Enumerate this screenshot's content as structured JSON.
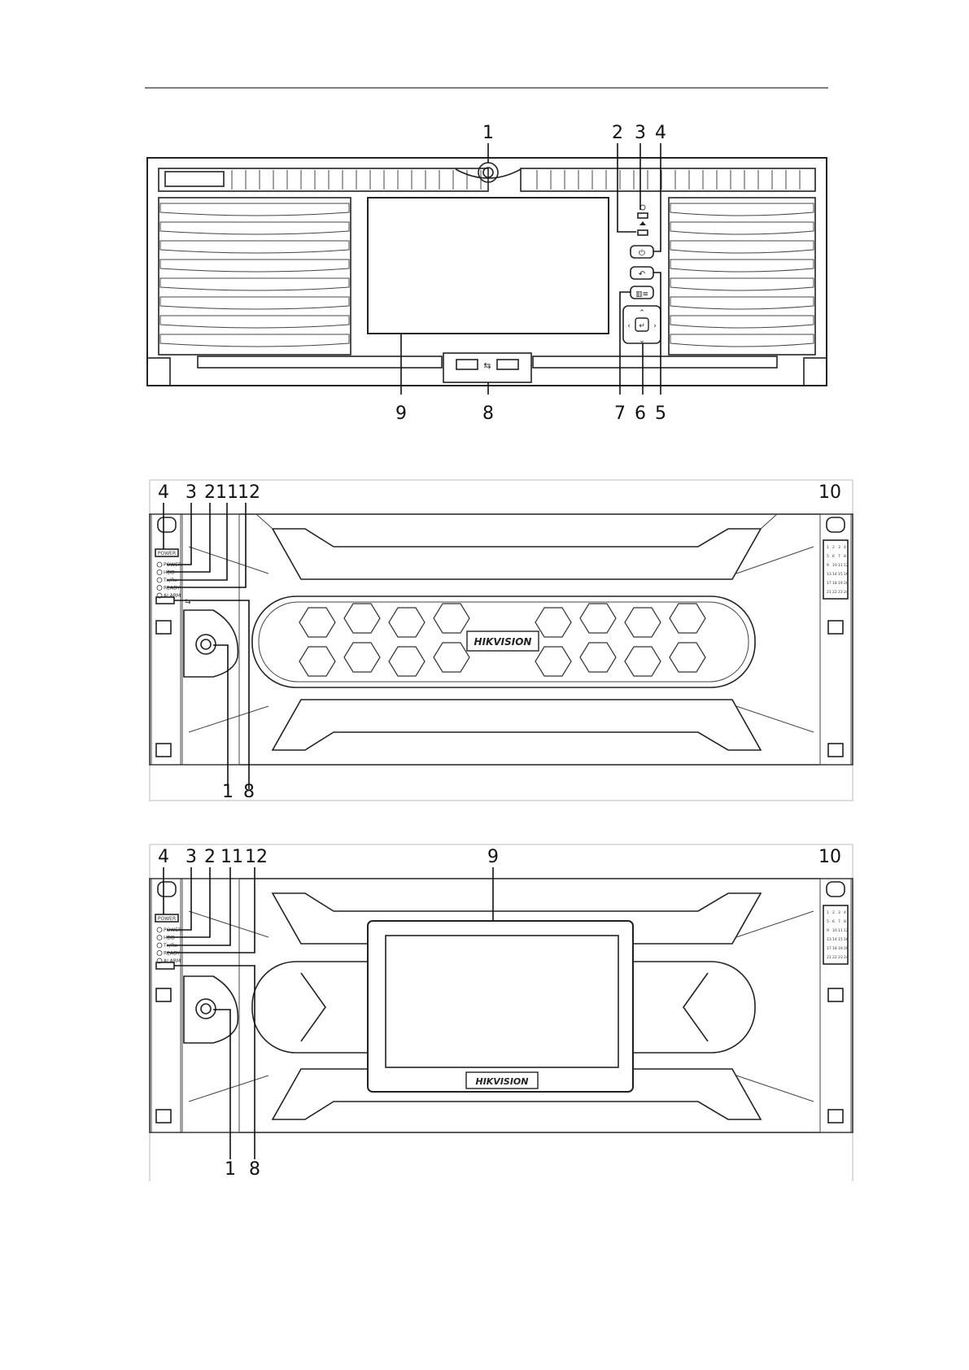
{
  "figure1": {
    "callouts_top": [
      "1",
      "2",
      "3",
      "4"
    ],
    "callouts_bottom": [
      "9",
      "8",
      "7",
      "6",
      "5"
    ]
  },
  "figure2": {
    "callouts_top": [
      "4",
      "3",
      "2",
      "11",
      "12",
      "10"
    ],
    "callouts_bottom": [
      "1",
      "8"
    ],
    "button_label": "POWER",
    "leds": [
      "POWER",
      "HDD",
      "Tx/Rx",
      "READY",
      "ALARM"
    ],
    "brand_logo": "HIKVISION",
    "bay_numbers": [
      "1",
      "2",
      "3",
      "4",
      "5",
      "6",
      "7",
      "8",
      "9",
      "10",
      "11",
      "12",
      "13",
      "14",
      "15",
      "16",
      "17",
      "18",
      "19",
      "20",
      "21",
      "22",
      "23",
      "24"
    ]
  },
  "figure3": {
    "callouts_top": [
      "4",
      "3",
      "2",
      "11",
      "12",
      "9",
      "10"
    ],
    "callouts_bottom": [
      "1",
      "8"
    ],
    "button_label": "POWER",
    "leds": [
      "POWER",
      "HDD",
      "Tx/Rx",
      "READY",
      "ALARM"
    ],
    "brand_logo": "HIKVISION",
    "bay_numbers": [
      "1",
      "2",
      "3",
      "4",
      "5",
      "6",
      "7",
      "8",
      "9",
      "10",
      "11",
      "12",
      "13",
      "14",
      "15",
      "16",
      "17",
      "18",
      "19",
      "20",
      "21",
      "22",
      "23",
      "24"
    ]
  }
}
